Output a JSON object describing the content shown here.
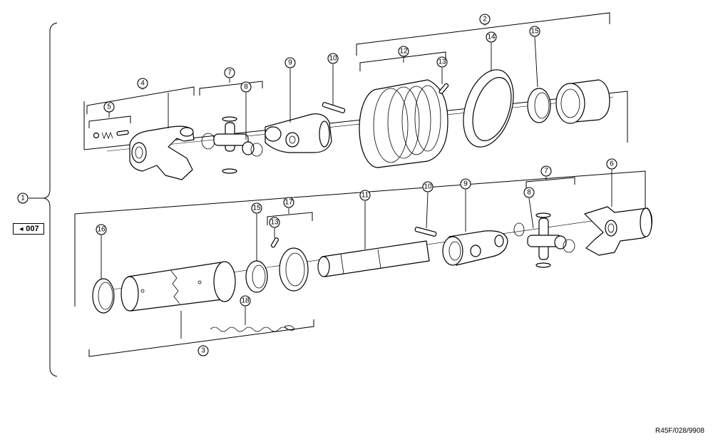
{
  "nav_reference": {
    "arrow": "◄",
    "label": "007"
  },
  "reference_code": "R45F/028/9908",
  "callouts": [
    "1",
    "2",
    "3",
    "4",
    "5",
    "6",
    "7",
    "8",
    "9",
    "10",
    "11",
    "12",
    "13",
    "14",
    "15",
    "16",
    "17",
    "18"
  ]
}
